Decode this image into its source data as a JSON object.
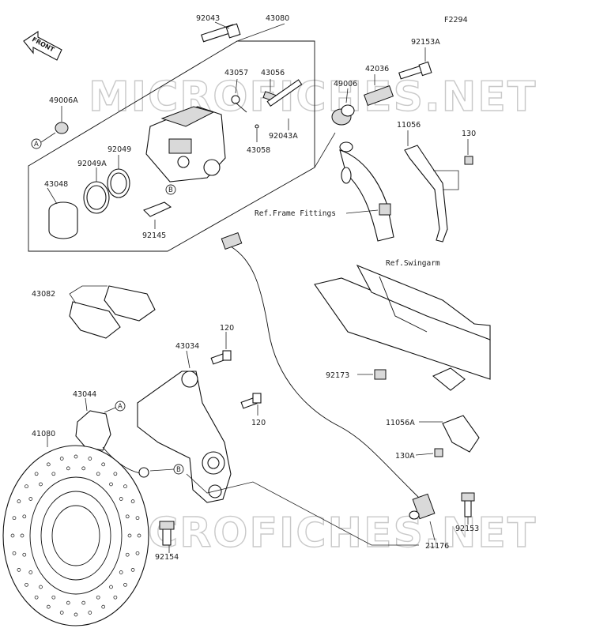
{
  "figure_code": "F2294",
  "front_arrow": "FRONT",
  "watermark": "MICROFICHES.NET",
  "refs": {
    "A": "A",
    "B": "B",
    "frame": "Ref.Frame Fittings",
    "swingarm": "Ref.Swingarm"
  },
  "parts": {
    "p92043": "92043",
    "p43080": "43080",
    "p43057": "43057",
    "p43056": "43056",
    "p49006A": "49006A",
    "p92049": "92049",
    "p92049A": "92049A",
    "p43048": "43048",
    "p92145": "92145",
    "p43058": "43058",
    "p92043A": "92043A",
    "p49006": "49006",
    "p42036": "42036",
    "p92153A": "92153A",
    "p11056": "11056",
    "p130": "130",
    "p43082": "43082",
    "p43034": "43034",
    "p120a": "120",
    "p120b": "120",
    "p43044": "43044",
    "p41080": "41080",
    "p92154": "92154",
    "p92173": "92173",
    "p11056A": "11056A",
    "p130A": "130A",
    "p92153": "92153",
    "p21176": "21176"
  }
}
